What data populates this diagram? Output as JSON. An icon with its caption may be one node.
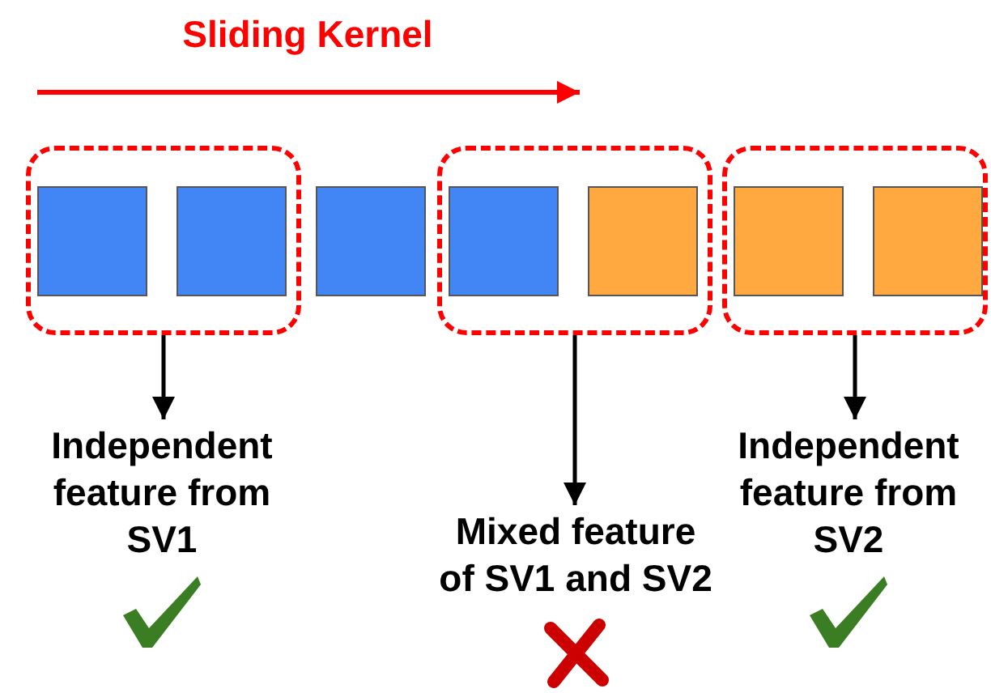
{
  "diagram": {
    "nodes": [
      {
        "text": [],
        "shape": "box"
      },
      {
        "text": [],
        "shape": "box",
        "in": 0
      },
      {
        "text": [],
        "shape": "box",
        "in": 0
      },
      {
        "text": [],
        "shape": "box"
      },
      {
        "text": [],
        "shape": "box"
      },
      {
        "text": [],
        "shape": "box",
        "in": 4
      },
      {
        "text": [],
        "shape": "box",
        "in": 4
      },
      {
        "text": [],
        "shape": "box"
      },
      {
        "text": [],
        "shape": "box",
        "in": 7
      },
      {
        "text": [],
        "shape": "box",
        "in": 7
      },
      {
        "text": [
          "Independent feature from SV1"
        ]
      },
      {
        "text": [
          "Mixed feature of SV1 and SV2"
        ]
      },
      {
        "text": [
          "Independent feature from SV2"
        ]
      }
    ],
    "edges": [
      {
        "from": 0,
        "to": 10,
        "arrow": "to"
      },
      {
        "from": 4,
        "to": 11,
        "arrow": "to"
      },
      {
        "from": 7,
        "to": 12,
        "arrow": "to"
      }
    ],
    "labels": [
      "Sliding Kernel"
    ]
  }
}
